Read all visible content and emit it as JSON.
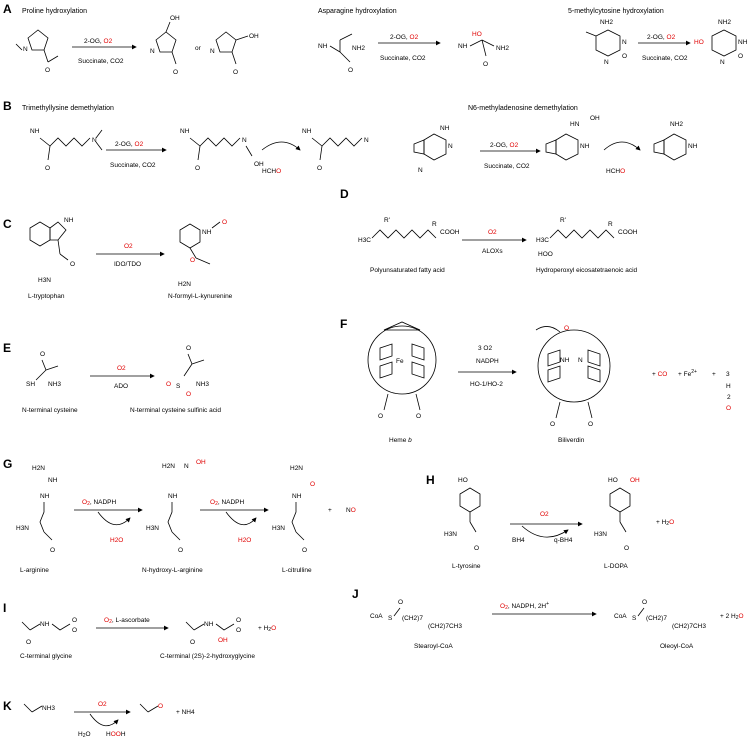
{
  "panels": {
    "A": {
      "label": "A",
      "titles": [
        "Proline hydroxylation",
        "Asparagine hydroxylation",
        "5-methylcytosine hydroxylation"
      ],
      "above": "2-OG, ",
      "o2": "O2",
      "below": "Succinate, CO2",
      "or": "or"
    },
    "B": {
      "label": "B",
      "titles": [
        "Trimethyllysine demethylation",
        "N6-methyladenosine demethylation"
      ],
      "above": "2-OG, ",
      "o2": "O2",
      "below": "Succinate, CO2",
      "hcho_a": "HCH",
      "hcho_b": "O"
    },
    "C": {
      "label": "C",
      "o2": "O2",
      "enzyme": "IDO/TDO",
      "sub": "L-tryptophan",
      "prod": "N-formyl-L-kynurenine"
    },
    "D": {
      "label": "D",
      "o2": "O2",
      "enzyme": "ALOXs",
      "sub": "Polyunsaturated fatty acid",
      "prod": "Hydroperoxyl eicosatetraenoic acid"
    },
    "E": {
      "label": "E",
      "o2": "O2",
      "enzyme": "ADO",
      "sub": "N-terminal cysteine",
      "prod": "N-terminal cysteine sulfinic acid"
    },
    "F": {
      "label": "F",
      "o2": "3 O2",
      "cof": "NADPH",
      "enzyme": "HO-1/HO-2",
      "sub_a": "Heme ",
      "sub_b": "b",
      "prod": "Biliverdin",
      "co": "CO",
      "fe": "Fe",
      "fe_ch": "2+",
      "h2o": [
        "3",
        "H",
        "2",
        "O"
      ]
    },
    "G": {
      "label": "G",
      "o2": "O2, NADPH",
      "h2o": "H2O",
      "sub": "L-arginine",
      "mid": "N-hydroxy-L-arginine",
      "prod": "L-citrulline",
      "no": "NO"
    },
    "H": {
      "label": "H",
      "o2": "O2",
      "bh4": "BH4",
      "qbh4": "q-BH4",
      "sub": "L-tyrosine",
      "prod": "L-DOPA",
      "h2o": "+ H2O"
    },
    "I": {
      "label": "I",
      "o2": "O2, L-ascorbate",
      "sub": "C-terminal glycine",
      "prod": "C-terminal (2S)-2-hydroxyglycine",
      "h2o": "+ H2O"
    },
    "J": {
      "label": "J",
      "o2": "O2, NADPH, 2H+",
      "sub": "Stearoyl-CoA",
      "prod": "Oleoyl-CoA",
      "h2o": "+ 2 H2O",
      "coa": "CoA"
    },
    "K": {
      "label": "K",
      "o2": "O2",
      "h2o": "H2O",
      "hooh": "HOOH",
      "nh4": "+ NH4"
    }
  }
}
